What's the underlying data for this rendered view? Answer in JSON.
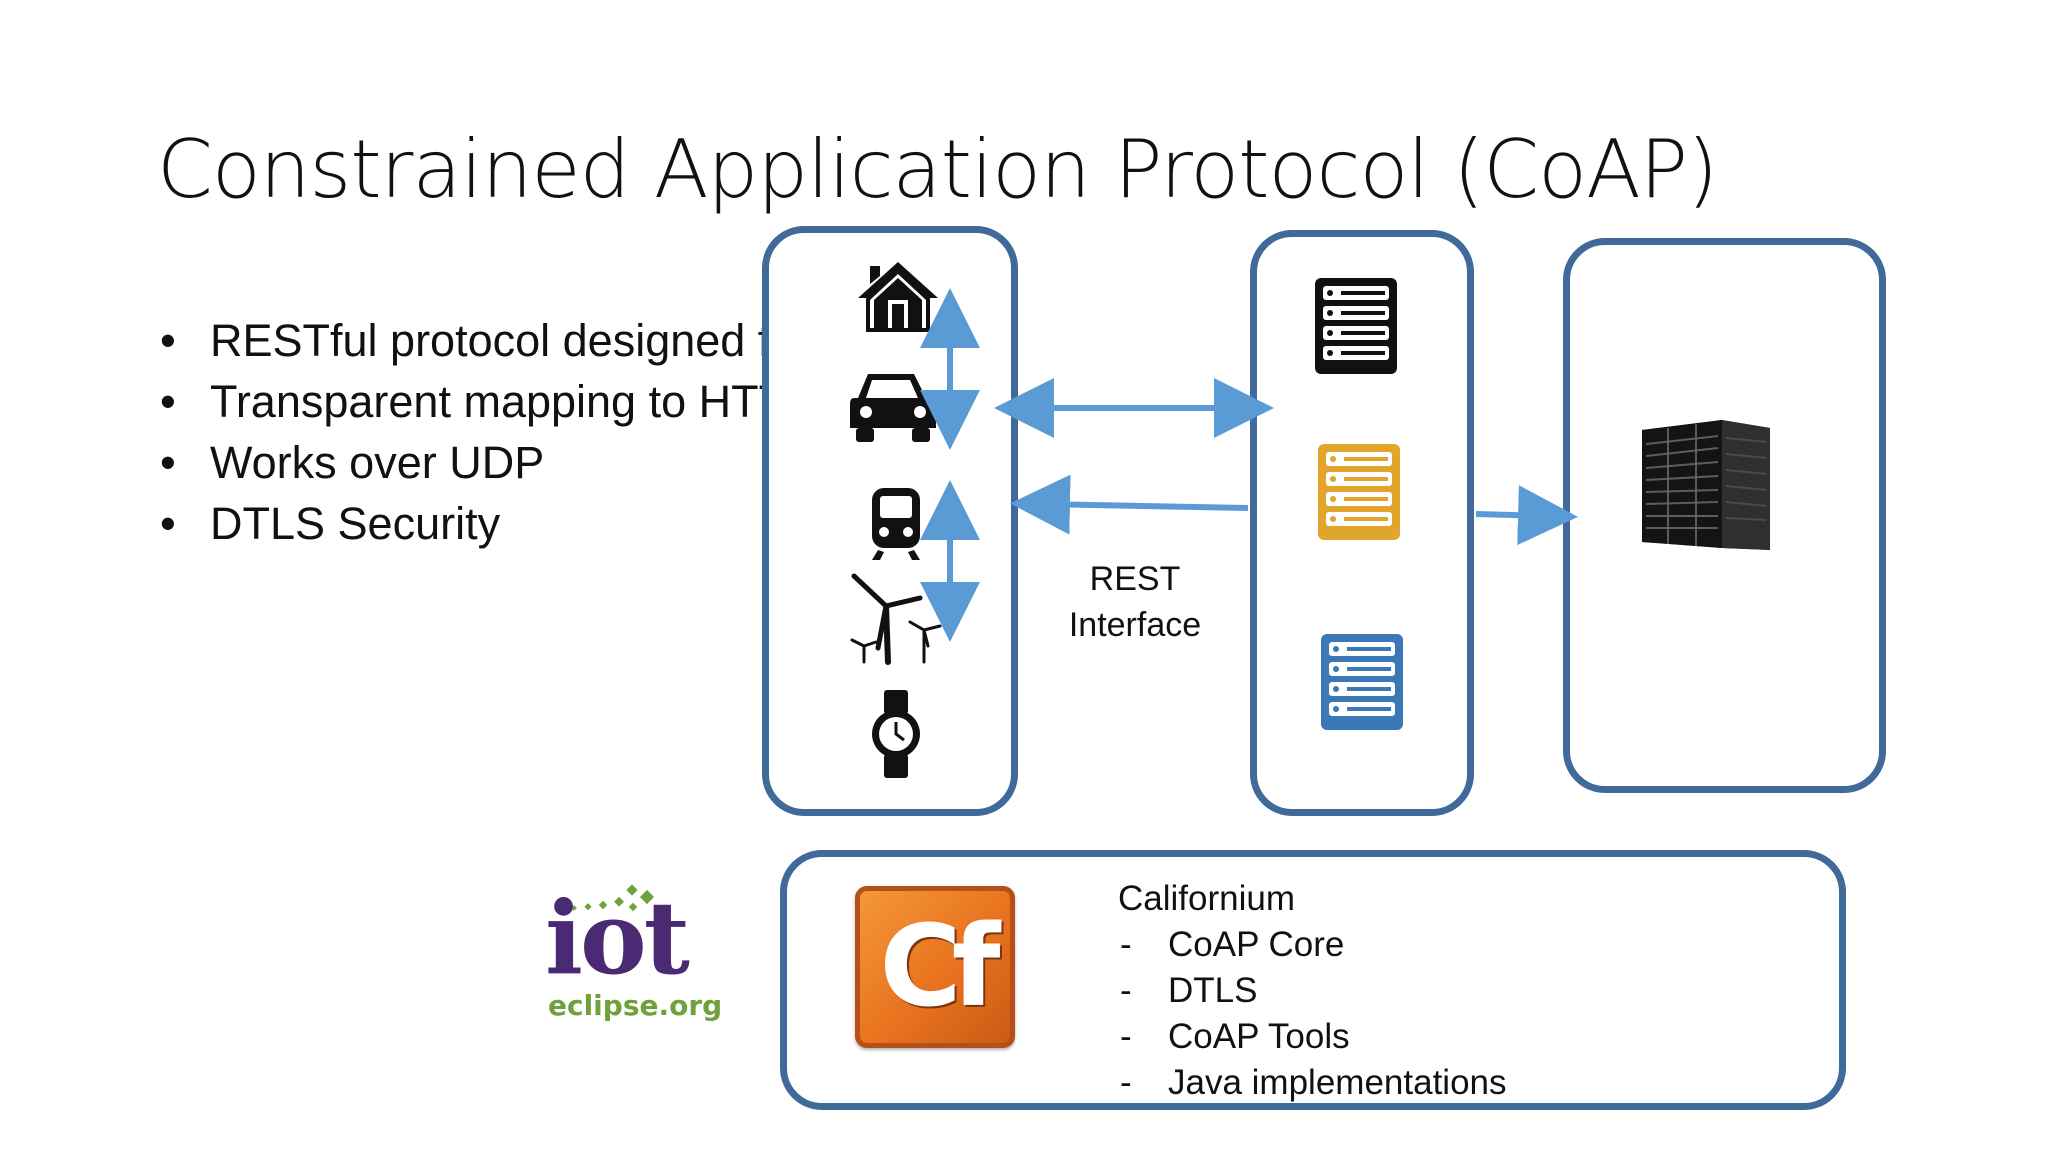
{
  "slide": {
    "title": "Constrained Application Protocol (CoAP)",
    "bullets": [
      "RESTful protocol designed from scratch",
      "Transparent mapping to HTTP",
      "Works over UDP",
      "DTLS Security"
    ]
  },
  "diagram": {
    "devices": [
      "house-icon",
      "car-icon",
      "train-icon",
      "wind-turbine-icon",
      "watch-icon"
    ],
    "servers": [
      {
        "icon": "server-rack-icon",
        "color": "#111111"
      },
      {
        "icon": "server-rack-icon",
        "color": "#e0a52a"
      },
      {
        "icon": "server-rack-icon",
        "color": "#3a78b8"
      }
    ],
    "cloud_icon": "datacenter-cabinet-icon",
    "rest_label_line1": "REST",
    "rest_label_line2": "Interface",
    "box_color": "#3f6a99",
    "arrow_color": "#5b9bd5"
  },
  "californium": {
    "logo_text": "Cf",
    "title": "Californium",
    "items": [
      "CoAP Core",
      "DTLS",
      "CoAP Tools",
      "Java implementations"
    ]
  },
  "iot_logo": {
    "word": "iot",
    "sub": "eclipse.org",
    "word_color": "#4a2a73",
    "sub_color": "#6fa13c"
  }
}
